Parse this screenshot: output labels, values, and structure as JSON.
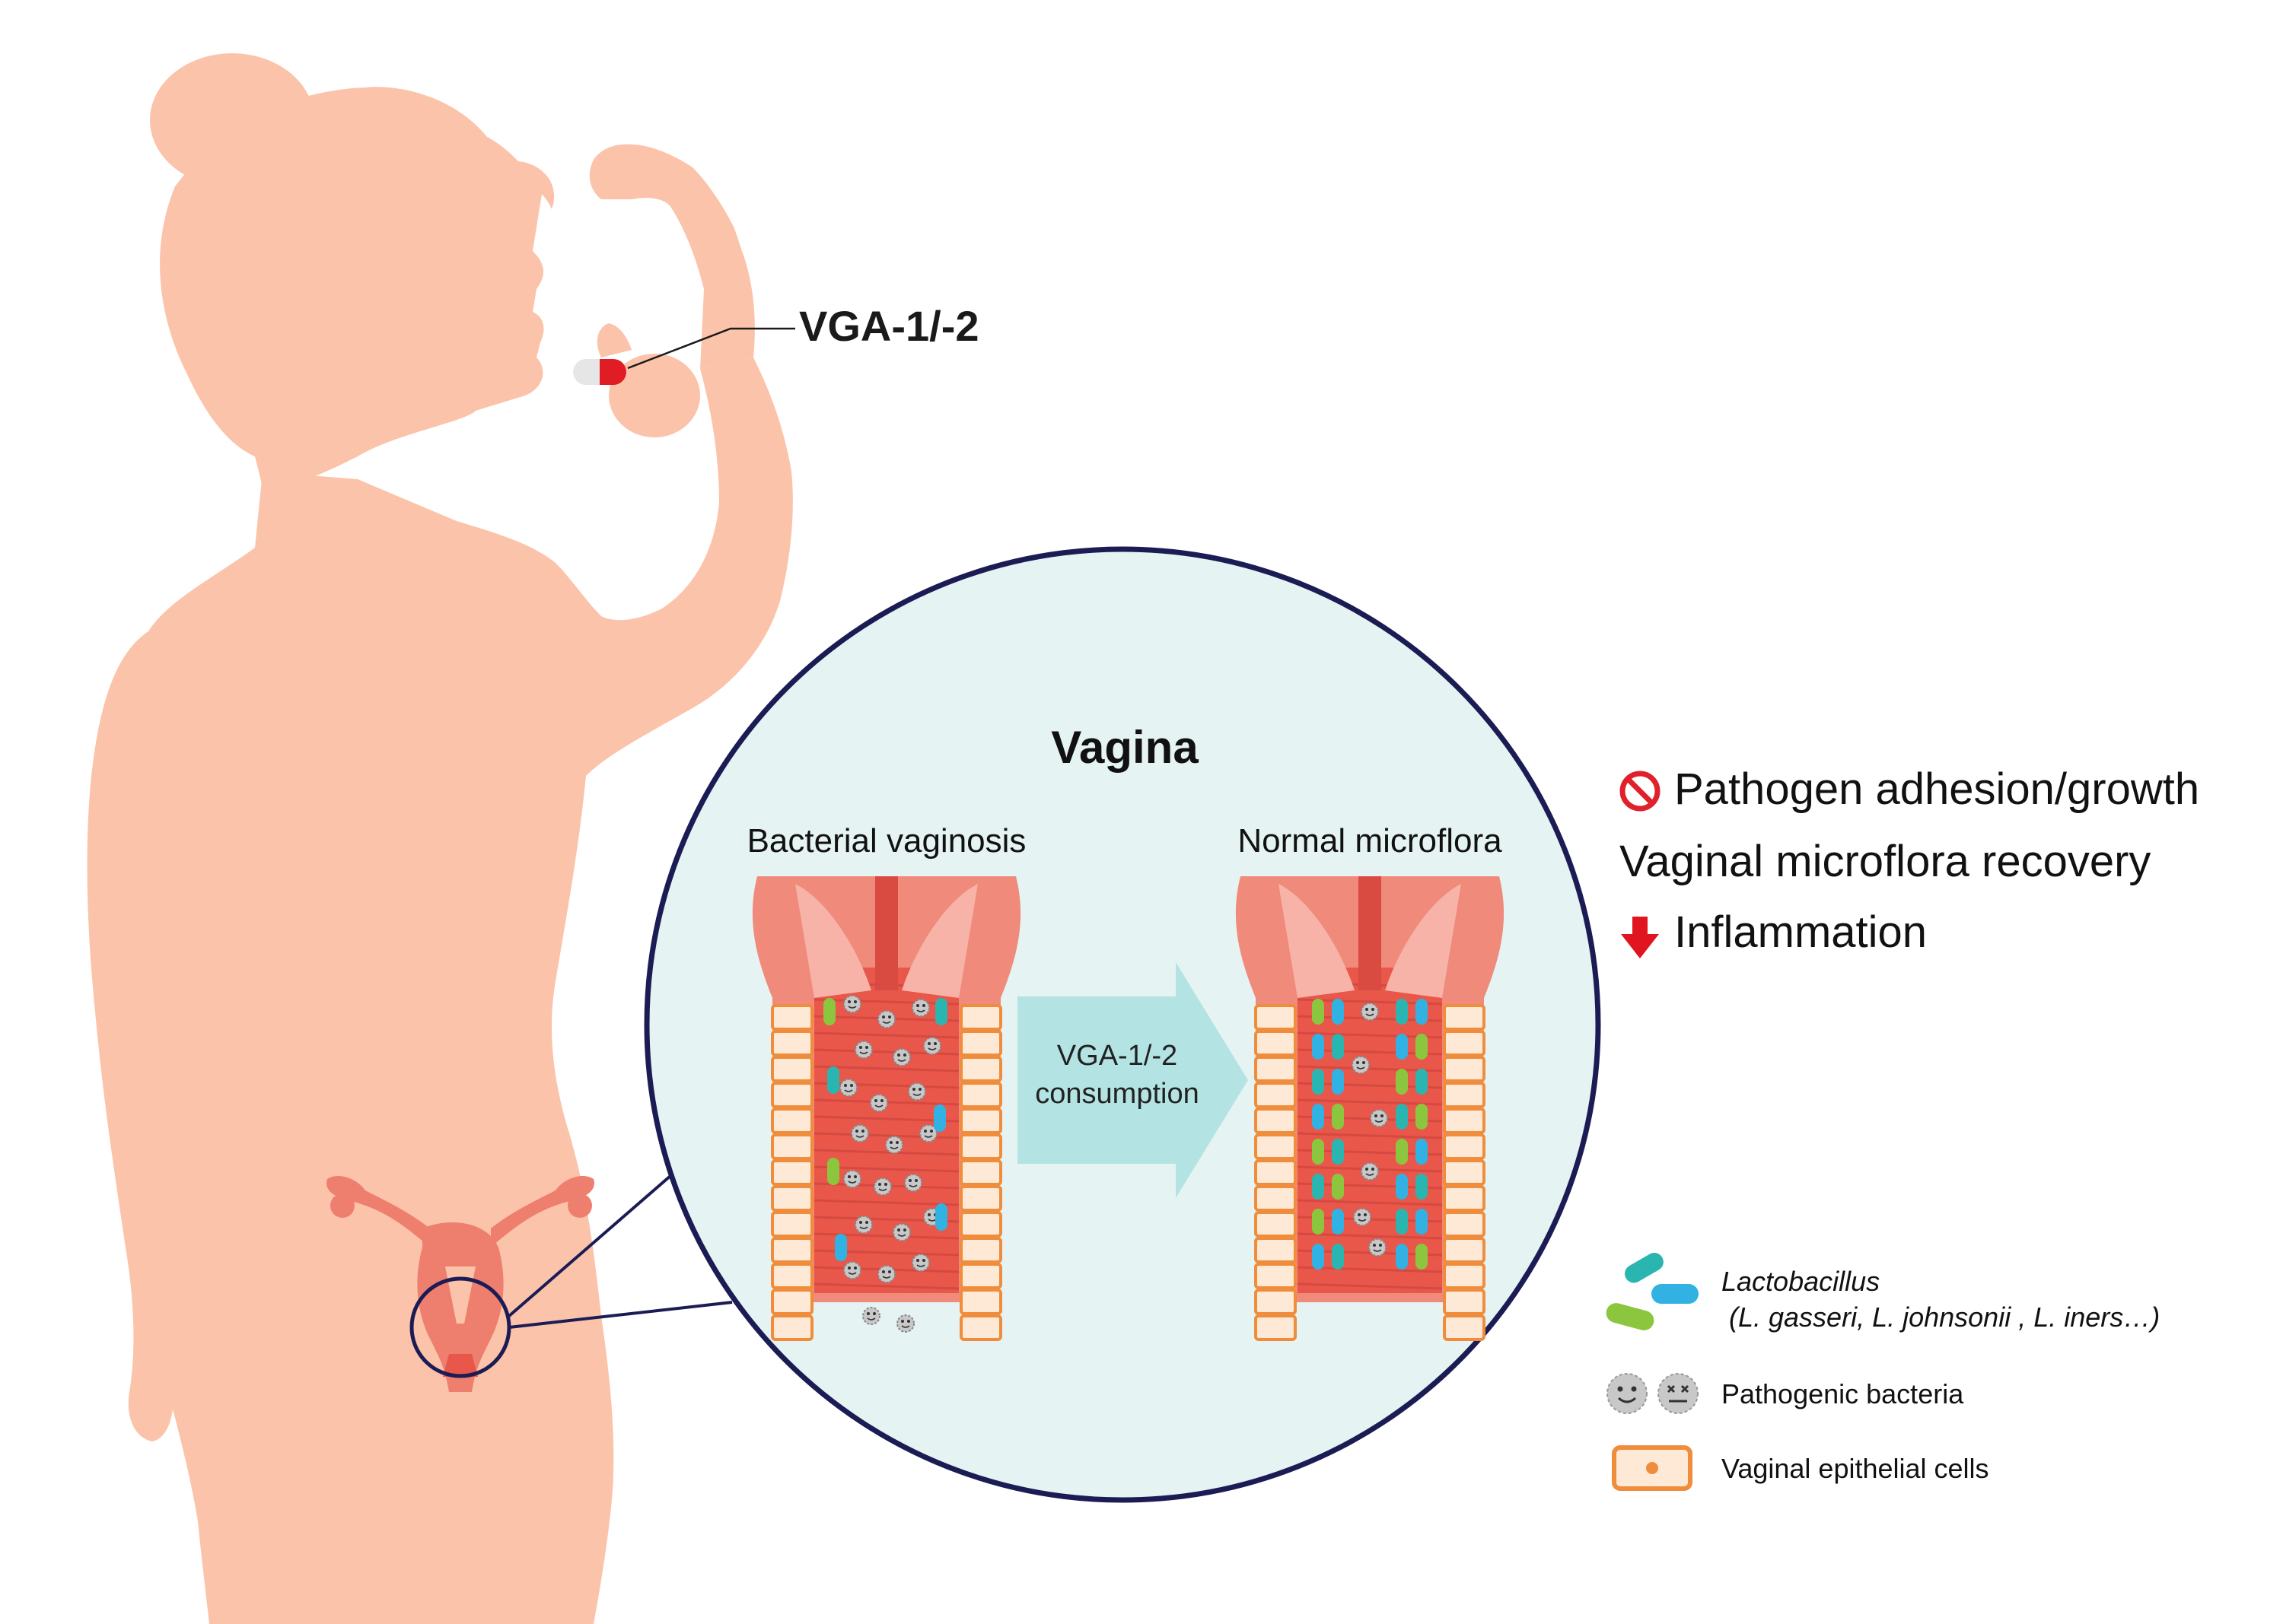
{
  "capsule_label": "VGA-1/-2",
  "zoom_title": "Vagina",
  "panel_left_label": "Bacterial vaginosis",
  "panel_right_label": "Normal microflora",
  "arrow_line1": "VGA-1/-2",
  "arrow_line2": "consumption",
  "effects": [
    {
      "icon": "prohibited-icon",
      "text": "Pathogen adhesion/growth"
    },
    {
      "icon": "",
      "text": "Vaginal microflora recovery"
    },
    {
      "icon": "red-down-arrow-icon",
      "text": "Inflammation"
    }
  ],
  "legend": {
    "lactobacillus_name": "Lactobacillus",
    "lactobacillus_species": "(L. gasseri, L. johnsonii , L. iners…)",
    "pathogenic_label": "Pathogenic bacteria",
    "epithelial_label": "Vaginal epithelial cells"
  },
  "colors": {
    "silhouette": "#fbc3aa",
    "organ": "#ee7f6f",
    "tissue": "#e8574a",
    "cell_border": "#ef8d3c",
    "cell_fill": "#fde9d5",
    "circle_fill": "#e6f3f3",
    "circle_stroke": "#1c1c55",
    "arrow": "#b4e3e3",
    "lacto_teal": "#2bb5b0",
    "lacto_blue": "#31b2e2",
    "lacto_green": "#8cc63f",
    "pathogen": "#c8c8c8",
    "prohibited": "#e0202a",
    "down_arrow": "#e0151f"
  }
}
